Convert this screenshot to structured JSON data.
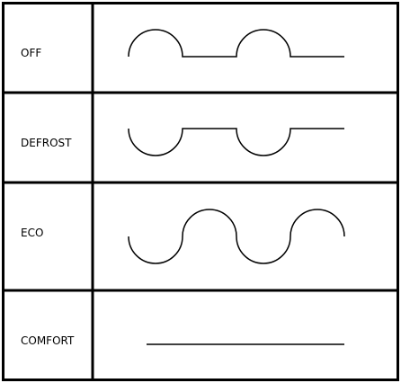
{
  "modes": [
    {
      "label": "OFF",
      "waveform": "upper-half-waves-baseline-low"
    },
    {
      "label": "DEFROST",
      "waveform": "lower-half-waves-baseline-high"
    },
    {
      "label": "ECO",
      "waveform": "full-sine-wave"
    },
    {
      "label": "COMFORT",
      "waveform": "flat-line"
    }
  ],
  "colors": {
    "line": "#000000",
    "background": "#ffffff"
  }
}
